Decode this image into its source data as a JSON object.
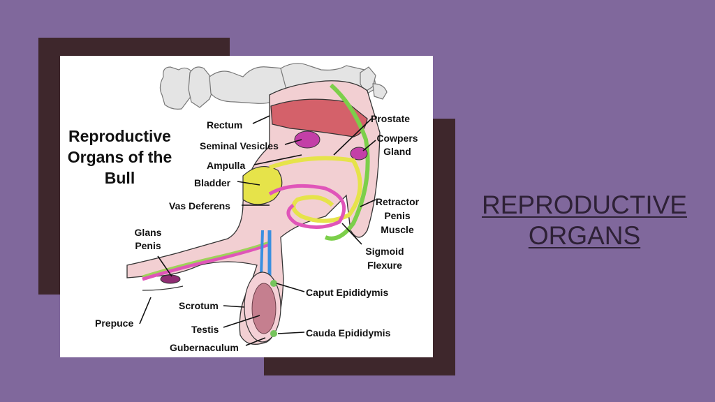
{
  "colors": {
    "background": "#80689C",
    "frame": "#3E272C",
    "card": "#FFFFFF",
    "title_text": "#2E2136"
  },
  "slide": {
    "title_line1": "REPRODUCTIVE",
    "title_line2": "ORGANS"
  },
  "diagram": {
    "title": "Reproductive Organs of the Bull",
    "labels": {
      "rectum": "Rectum",
      "seminal_vesicles": "Seminal Vesicles",
      "ampulla": "Ampulla",
      "bladder": "Bladder",
      "vas_deferens": "Vas Deferens",
      "glans_penis_1": "Glans",
      "glans_penis_2": "Penis",
      "prepuce": "Prepuce",
      "scrotum": "Scrotum",
      "testis": "Testis",
      "gubernaculum": "Gubernaculum",
      "prostate": "Prostate",
      "cowpers_gland_1": "Cowpers",
      "cowpers_gland_2": "Gland",
      "retractor_penis_muscle_1": "Retractor",
      "retractor_penis_muscle_2": "Penis",
      "retractor_penis_muscle_3": "Muscle",
      "sigmoid_flexure_1": "Sigmoid",
      "sigmoid_flexure_2": "Flexure",
      "caput_epididymis": "Caput Epididymis",
      "cauda_epididymis": "Cauda Epididymis"
    }
  }
}
